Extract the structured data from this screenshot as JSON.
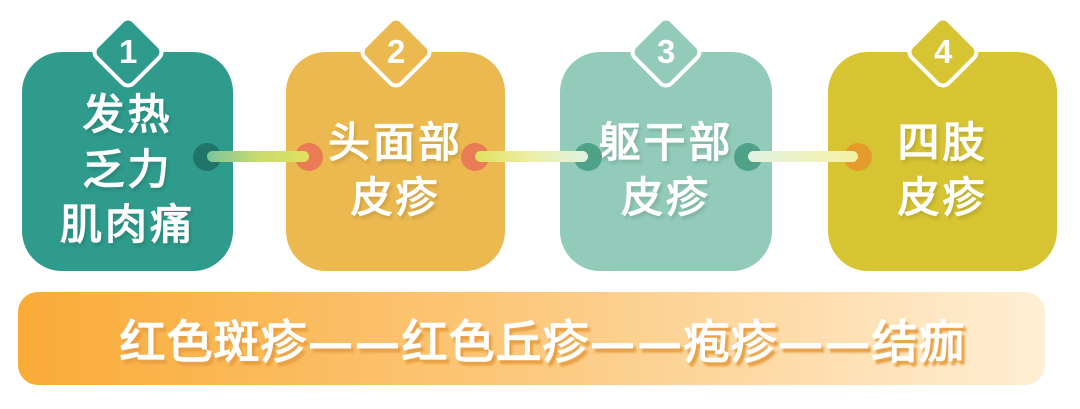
{
  "steps": [
    {
      "number": "1",
      "lines": [
        "发热",
        "乏力",
        "肌肉痛"
      ]
    },
    {
      "number": "2",
      "lines": [
        "头面部",
        "皮疹"
      ]
    },
    {
      "number": "3",
      "lines": [
        "躯干部",
        "皮疹"
      ]
    },
    {
      "number": "4",
      "lines": [
        "四肢",
        "皮疹"
      ]
    }
  ],
  "timeline": {
    "label": "红色斑疹——红色丘疹——疱疹——结痂"
  },
  "colors": {
    "background": "#FFFFFF",
    "box1": "#2F9B8D",
    "box2": "#EBB94F",
    "box3": "#92CBBA",
    "box4": "#D7C433",
    "dot1": "#20756A",
    "dot2": "#E97C55",
    "dot3": "#4FA188",
    "dot4": "#E59B2B",
    "box-text": "#FFFFFF",
    "badge-border": "#FFFFFF",
    "badge-number": "#FFFFFF",
    "line-a-from": "#7CC49C",
    "line-a-via": "#C9DB6E",
    "line-a-to": "#E1E05F",
    "line-b-from": "#E1E05F",
    "line-b-via": "#EDEFA8",
    "line-b-to": "#DFF2E3",
    "line-c-from": "#DFF2E3",
    "line-c-via": "#EDF2C4",
    "line-c-to": "#F5F0A0",
    "bar-left": "#FAAB37",
    "bar-mid": "#FCC97E",
    "bar-right": "#FFEFD5",
    "bar-text": "#FFFFFF",
    "bar-text-shadow": "#E8A045"
  }
}
